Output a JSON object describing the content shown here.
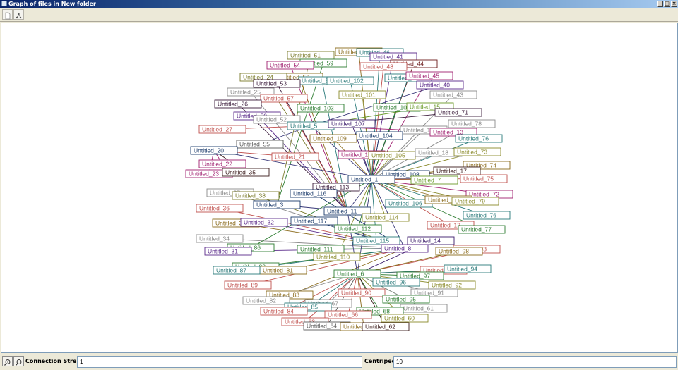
{
  "window": {
    "title": "Graph of files in New folder"
  },
  "bottom": {
    "connection_strength_label": "Connection Strength:",
    "connection_strength_value": "1",
    "centripede_label": "Centripede:",
    "centripede_value": "10"
  },
  "graph": {
    "nodes": [
      {
        "label": "Untitled_51",
        "color": "#7a7a2a"
      },
      {
        "label": "Untitled_59",
        "color": "#2e7d32"
      },
      {
        "label": "Untitled_47",
        "color": "#8a6a1a"
      },
      {
        "label": "Untitled_46",
        "color": "#2a7a7a"
      },
      {
        "label": "Untitled_41",
        "color": "#5a2a8a"
      },
      {
        "label": "Untitled_44",
        "color": "#6a1a1a"
      },
      {
        "label": "Untitled_48",
        "color": "#c0504d"
      },
      {
        "label": "Untitled_49",
        "color": "#2a7a7a"
      },
      {
        "label": "Untitled_45",
        "color": "#a02070"
      },
      {
        "label": "Untitled_40",
        "color": "#5a2a8a"
      },
      {
        "label": "Untitled_43",
        "color": "#8a8a8a"
      },
      {
        "label": "Untitled_54",
        "color": "#a02070"
      },
      {
        "label": "Untitled_56",
        "color": "#8a6a1a"
      },
      {
        "label": "Untitled_58",
        "color": "#2a7a7a"
      },
      {
        "label": "Untitled_102",
        "color": "#2a7a7a"
      },
      {
        "label": "Untitled_24",
        "color": "#7a7a2a"
      },
      {
        "label": "Untitled_53",
        "color": "#3a1a3a"
      },
      {
        "label": "Untitled_25",
        "color": "#8a8a8a"
      },
      {
        "label": "Untitled_57",
        "color": "#c0504d"
      },
      {
        "label": "Untitled_101",
        "color": "#8a8a2a"
      },
      {
        "label": "Untitled_26",
        "color": "#3a1a3a"
      },
      {
        "label": "Untitled_103",
        "color": "#2e7d32"
      },
      {
        "label": "Untitled_100",
        "color": "#2e7d32"
      },
      {
        "label": "Untitled_15",
        "color": "#6a9a2a"
      },
      {
        "label": "Untitled_71",
        "color": "#3a1a3a"
      },
      {
        "label": "Untitled_50",
        "color": "#5a2a8a"
      },
      {
        "label": "Untitled_52",
        "color": "#8a8a8a"
      },
      {
        "label": "Untitled_5",
        "color": "#2a7a7a"
      },
      {
        "label": "Untitled_107",
        "color": "#3a1a6a"
      },
      {
        "label": "Untitled_78",
        "color": "#8a8a8a"
      },
      {
        "label": "Untitled_27",
        "color": "#c0504d"
      },
      {
        "label": "Untitled_16",
        "color": "#8a8a8a"
      },
      {
        "label": "Untitled_13",
        "color": "#a02070"
      },
      {
        "label": "Untitled_104",
        "color": "#1a3a6a"
      },
      {
        "label": "Untitled_76",
        "color": "#2a7a7a"
      },
      {
        "label": "Untitled_55",
        "color": "#5a5a5a"
      },
      {
        "label": "Untitled_109",
        "color": "#8a6a1a"
      },
      {
        "label": "Untitled_20",
        "color": "#1a3a6a"
      },
      {
        "label": "Untitled_21",
        "color": "#c0504d"
      },
      {
        "label": "Untitled_10",
        "color": "#a02070"
      },
      {
        "label": "Untitled_105",
        "color": "#8a8a2a"
      },
      {
        "label": "Untitled_18",
        "color": "#8a8a8a"
      },
      {
        "label": "Untitled_73",
        "color": "#8a8a2a"
      },
      {
        "label": "Untitled_22",
        "color": "#a02070"
      },
      {
        "label": "Untitled_74",
        "color": "#8a6a1a"
      },
      {
        "label": "Untitled_23",
        "color": "#a02070"
      },
      {
        "label": "Untitled_35",
        "color": "#3a1a1a"
      },
      {
        "label": "Untitled_108",
        "color": "#1a3a6a"
      },
      {
        "label": "Untitled_17",
        "color": "#3a1a1a"
      },
      {
        "label": "Untitled_1",
        "color": "#1a3a6a"
      },
      {
        "label": "Untitled_7",
        "color": "#6a9a2a"
      },
      {
        "label": "Untitled_75",
        "color": "#c0504d"
      },
      {
        "label": "Untitled_113",
        "color": "#3a1a3a"
      },
      {
        "label": "Untitled_37",
        "color": "#8a8a8a"
      },
      {
        "label": "Untitled_38",
        "color": "#7a7a2a"
      },
      {
        "label": "Untitled_116",
        "color": "#1a3a6a"
      },
      {
        "label": "Untitled_72",
        "color": "#a02070"
      },
      {
        "label": "Untitled_106",
        "color": "#2a7a7a"
      },
      {
        "label": "Untitled_19",
        "color": "#8a6a1a"
      },
      {
        "label": "Untitled_79",
        "color": "#8a8a2a"
      },
      {
        "label": "Untitled_3",
        "color": "#1a3a6a"
      },
      {
        "label": "Untitled_36",
        "color": "#c0504d"
      },
      {
        "label": "Untitled_11",
        "color": "#1a3a6a"
      },
      {
        "label": "Untitled_114",
        "color": "#8a8a2a"
      },
      {
        "label": "Untitled_76",
        "color": "#2a7a7a"
      },
      {
        "label": "Untitled_117",
        "color": "#1a3a6a"
      },
      {
        "label": "Untitled_39",
        "color": "#8a6a1a"
      },
      {
        "label": "Untitled_32",
        "color": "#5a2a8a"
      },
      {
        "label": "Untitled_12",
        "color": "#c0504d"
      },
      {
        "label": "Untitled_77",
        "color": "#2e7d32"
      },
      {
        "label": "Untitled_112",
        "color": "#2e7d32"
      },
      {
        "label": "Untitled_34",
        "color": "#8a8a8a"
      },
      {
        "label": "Untitled_115",
        "color": "#2a7a7a"
      },
      {
        "label": "Untitled_14",
        "color": "#3a1a6a"
      },
      {
        "label": "Untitled_86",
        "color": "#2e7d32"
      },
      {
        "label": "Untitled_111",
        "color": "#2e7d32"
      },
      {
        "label": "Untitled_8",
        "color": "#5a2a8a"
      },
      {
        "label": "Untitled_93",
        "color": "#c0504d"
      },
      {
        "label": "Untitled_31",
        "color": "#5a2a8a"
      },
      {
        "label": "Untitled_110",
        "color": "#8a8a2a"
      },
      {
        "label": "Untitled_98",
        "color": "#8a6a1a"
      },
      {
        "label": "Untitled_88",
        "color": "#2e7d32"
      },
      {
        "label": "Untitled_81",
        "color": "#8a6a1a"
      },
      {
        "label": "Untitled_87",
        "color": "#2a7a7a"
      },
      {
        "label": "Untitled_6",
        "color": "#2e7d32"
      },
      {
        "label": "Untitled_99",
        "color": "#c0504d"
      },
      {
        "label": "Untitled_94",
        "color": "#2a7a7a"
      },
      {
        "label": "Untitled_97",
        "color": "#2e7d32"
      },
      {
        "label": "Untitled_89",
        "color": "#c0504d"
      },
      {
        "label": "Untitled_96",
        "color": "#2a7a7a"
      },
      {
        "label": "Untitled_92",
        "color": "#8a8a2a"
      },
      {
        "label": "Untitled_90",
        "color": "#c0504d"
      },
      {
        "label": "Untitled_83",
        "color": "#8a6a1a"
      },
      {
        "label": "Untitled_91",
        "color": "#8a8a8a"
      },
      {
        "label": "Untitled_82",
        "color": "#8a8a8a"
      },
      {
        "label": "Untitled_95",
        "color": "#2e7d32"
      },
      {
        "label": "Untitled_67",
        "color": "#8a8a8a"
      },
      {
        "label": "Untitled_85",
        "color": "#2a7a7a"
      },
      {
        "label": "Untitled_61",
        "color": "#8a8a8a"
      },
      {
        "label": "Untitled_84",
        "color": "#c0504d"
      },
      {
        "label": "Untitled_68",
        "color": "#2e7d32"
      },
      {
        "label": "Untitled_66",
        "color": "#c0504d"
      },
      {
        "label": "Untitled_60",
        "color": "#8a8a2a"
      },
      {
        "label": "Untitled_63",
        "color": "#c0504d"
      },
      {
        "label": "Untitled_64",
        "color": "#5a5a5a"
      },
      {
        "label": "Untitled_65",
        "color": "#8a6a1a"
      },
      {
        "label": "Untitled_62",
        "color": "#3a1a1a"
      }
    ]
  }
}
